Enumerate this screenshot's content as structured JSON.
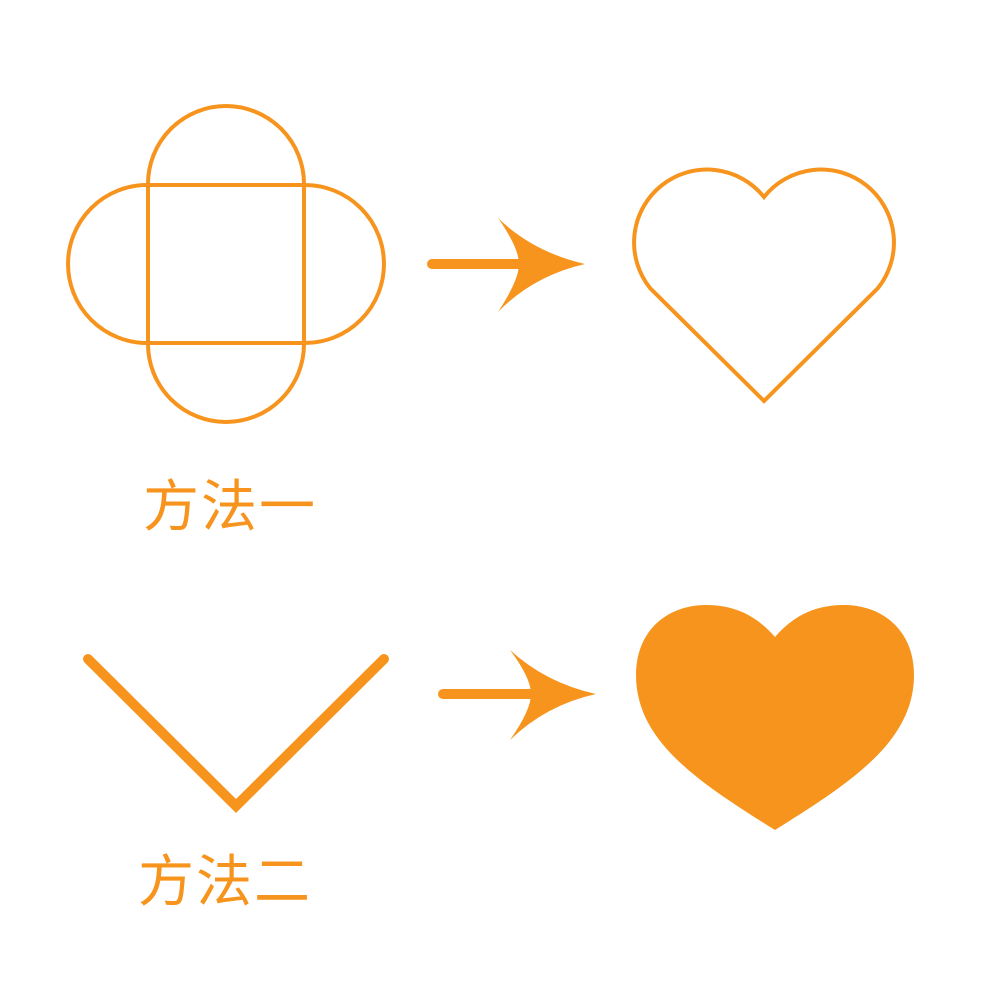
{
  "colors": {
    "accent": "#F7941D",
    "background": "#FFFFFF"
  },
  "methods": [
    {
      "label": "方法一",
      "source_icon": "rounded-square-cross-outline",
      "result_icon": "heart-outline-icon"
    },
    {
      "label": "方法二",
      "source_icon": "v-shape-lines",
      "result_icon": "heart-filled-icon"
    }
  ]
}
